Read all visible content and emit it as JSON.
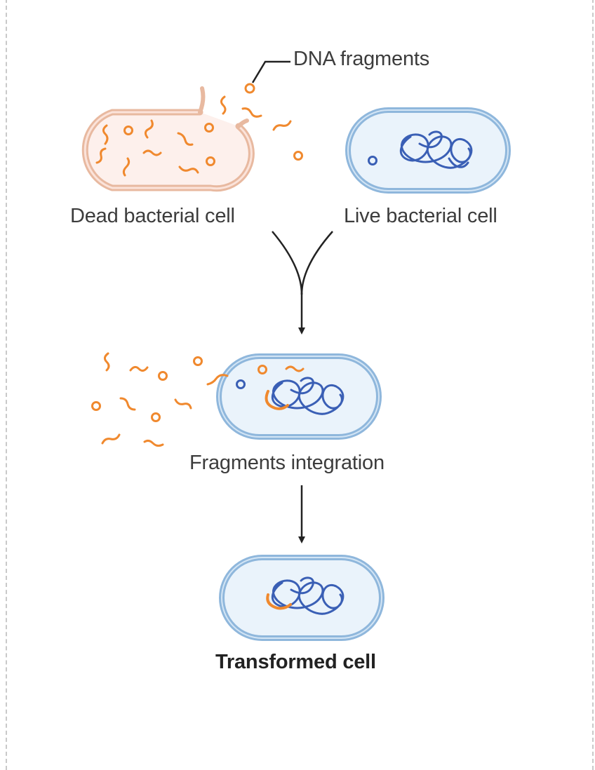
{
  "labels": {
    "dna_fragments": "DNA fragments",
    "dead_cell": "Dead bacterial cell",
    "live_cell": "Live bacterial cell",
    "integration": "Fragments integration",
    "transformed": "Transformed cell"
  },
  "colors": {
    "dna": "#f0892e",
    "dead_membrane": "#e8b9a0",
    "dead_fill": "#fdf0ec",
    "live_membrane": "#8fb7dc",
    "live_fill": "#eaf3fb",
    "chromosome": "#3a5fb5",
    "arrow": "#222222"
  }
}
